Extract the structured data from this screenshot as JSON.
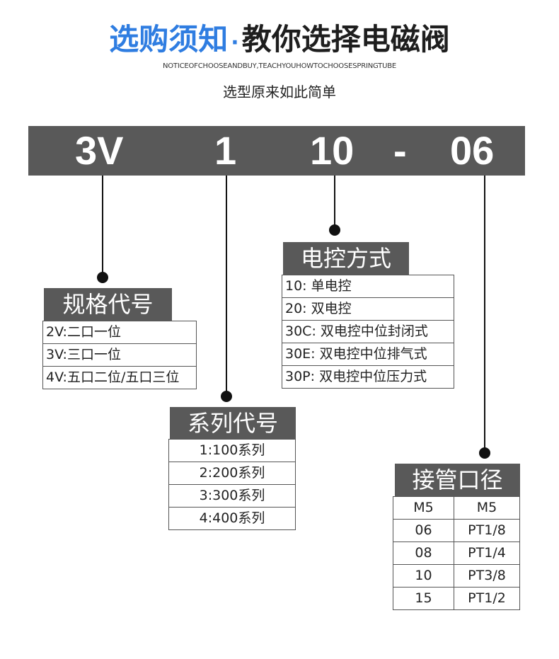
{
  "header": {
    "title_blue": "选购须知",
    "title_dot": "·",
    "title_dark": "教你选择电磁阀",
    "subtitle": "NOTICEOFCHOOSEANDBUY,TEACHYOUHOWTOCHOOSESPRINGTUBE",
    "tagline": "选型原来如此简单"
  },
  "code_bar": {
    "part1": "3V",
    "part2": "1",
    "part3": "10",
    "separator": "-",
    "part4": "06"
  },
  "spec_table": {
    "title": "规格代号",
    "rows": [
      "2V:二口一位",
      "3V:三口一位",
      "4V:五口二位/五口三位"
    ]
  },
  "series_table": {
    "title": "系列代号",
    "rows": [
      "1:100系列",
      "2:200系列",
      "3:300系列",
      "4:400系列"
    ]
  },
  "control_table": {
    "title": "电控方式",
    "rows": [
      "10: 单电控",
      "20: 双电控",
      "30C: 双电控中位封闭式",
      "30E: 双电控中位排气式",
      "30P: 双电控中位压力式"
    ]
  },
  "port_table": {
    "title": "接管口径",
    "rows": [
      [
        "M5",
        "M5"
      ],
      [
        "06",
        "PT1/8"
      ],
      [
        "08",
        "PT1/4"
      ],
      [
        "10",
        "PT3/8"
      ],
      [
        "15",
        "PT1/2"
      ]
    ]
  },
  "colors": {
    "accent_blue": "#2f7de1",
    "bar_gray": "#595959"
  }
}
